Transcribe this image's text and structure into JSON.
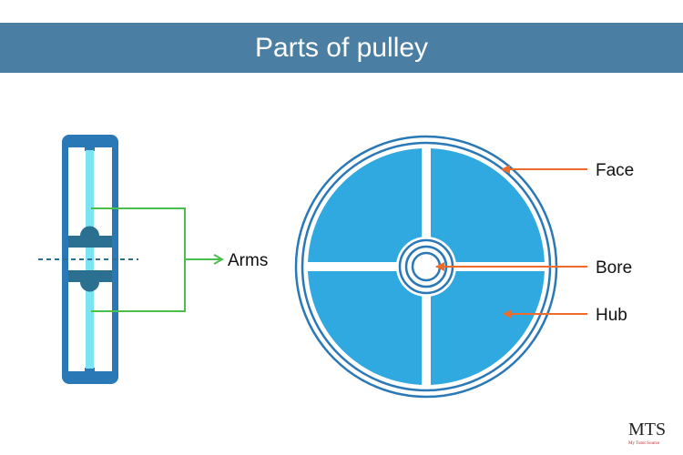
{
  "header": {
    "title": "Parts of pulley"
  },
  "labels": {
    "arms": "Arms",
    "face": "Face",
    "bore": "Bore",
    "hub": "Hub"
  },
  "logo": {
    "text": "MTS",
    "tagline": "My Tutor Source"
  },
  "colors": {
    "header_bg": "#4a7fa3",
    "pulley_dark": "#2a78b5",
    "pulley_fill": "#30a9e1",
    "arm_cyan": "#7be3f2",
    "hub_dark": "#2b7090",
    "leader_green": "#4bbf4b",
    "leader_orange": "#ef6a2b"
  }
}
